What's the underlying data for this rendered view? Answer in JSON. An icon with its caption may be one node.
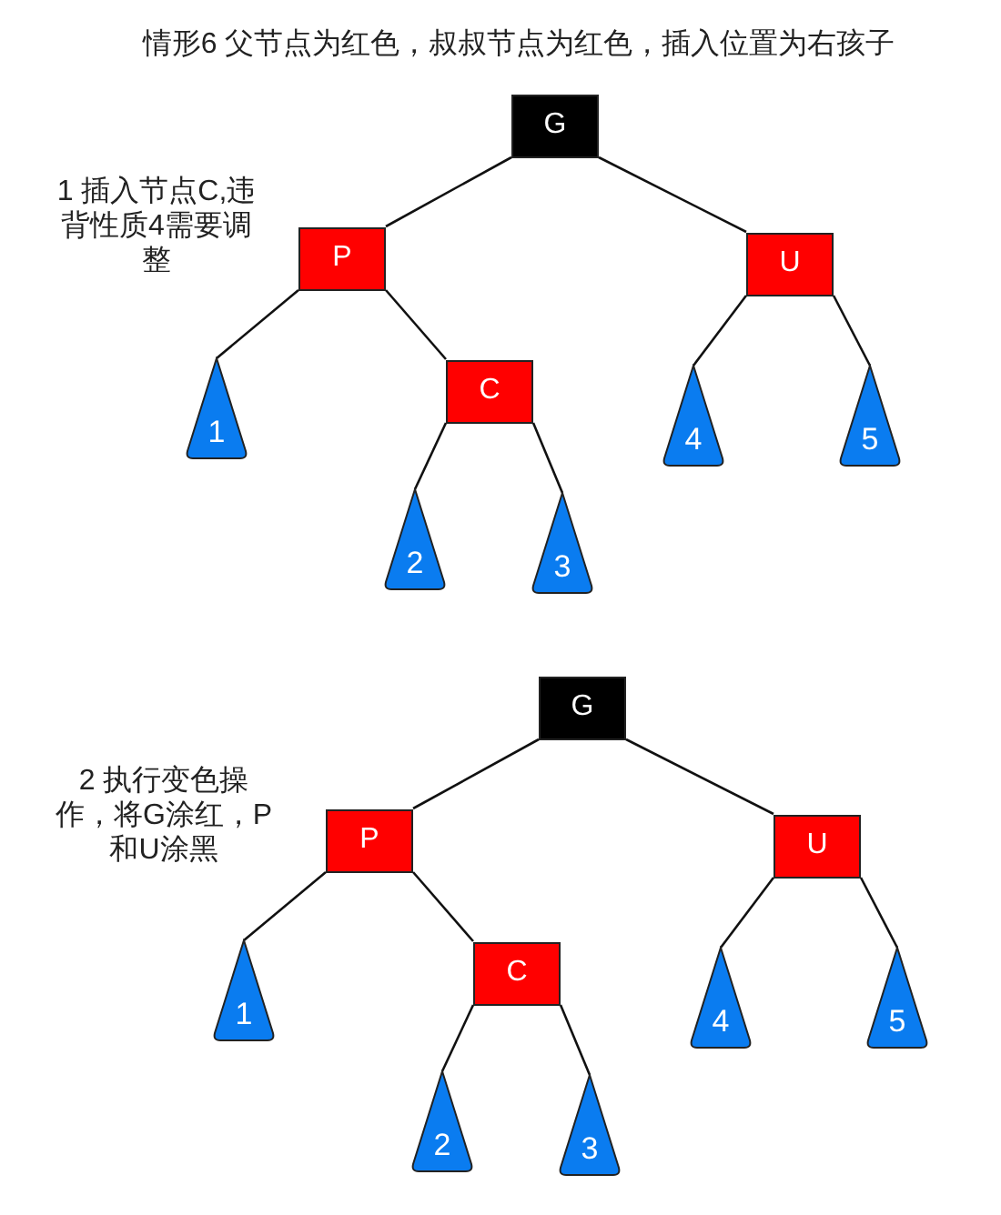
{
  "diagram": {
    "title": "情形6 父节点为红色，叔叔节点为红色，插入位置为右孩子",
    "nodes": [
      {
        "text": [
          "G"
        ]
      },
      {
        "text": [
          "P"
        ]
      },
      {
        "text": [
          "U"
        ]
      },
      {
        "text": [
          "C"
        ]
      },
      {
        "text": [
          "1"
        ]
      },
      {
        "text": [
          "2"
        ]
      },
      {
        "text": [
          "3"
        ]
      },
      {
        "text": [
          "4"
        ]
      },
      {
        "text": [
          "5"
        ]
      },
      {
        "text": [
          "G"
        ]
      },
      {
        "text": [
          "P"
        ]
      },
      {
        "text": [
          "U"
        ]
      },
      {
        "text": [
          "C"
        ]
      },
      {
        "text": [
          "1"
        ]
      },
      {
        "text": [
          "2"
        ]
      },
      {
        "text": [
          "3"
        ]
      },
      {
        "text": [
          "4"
        ]
      },
      {
        "text": [
          "5"
        ]
      }
    ],
    "edges": [
      {
        "from": 0,
        "to": 1,
        "arrow": "none"
      },
      {
        "from": 0,
        "to": 2,
        "arrow": "none"
      },
      {
        "from": 1,
        "to": 4,
        "arrow": "none"
      },
      {
        "from": 1,
        "to": 3,
        "arrow": "none"
      },
      {
        "from": 3,
        "to": 5,
        "arrow": "none"
      },
      {
        "from": 3,
        "to": 6,
        "arrow": "none"
      },
      {
        "from": 2,
        "to": 7,
        "arrow": "none"
      },
      {
        "from": 2,
        "to": 8,
        "arrow": "none"
      },
      {
        "from": 9,
        "to": 10,
        "arrow": "none"
      },
      {
        "from": 9,
        "to": 11,
        "arrow": "none"
      },
      {
        "from": 10,
        "to": 13,
        "arrow": "none"
      },
      {
        "from": 10,
        "to": 12,
        "arrow": "none"
      },
      {
        "from": 12,
        "to": 14,
        "arrow": "none"
      },
      {
        "from": 12,
        "to": 15,
        "arrow": "none"
      },
      {
        "from": 11,
        "to": 16,
        "arrow": "none"
      },
      {
        "from": 11,
        "to": 17,
        "arrow": "none"
      }
    ],
    "labels": [
      "1 插入节点C,违背性质4需要调整",
      "2 执行变色操作，将G涂红，P和U涂黑"
    ]
  }
}
